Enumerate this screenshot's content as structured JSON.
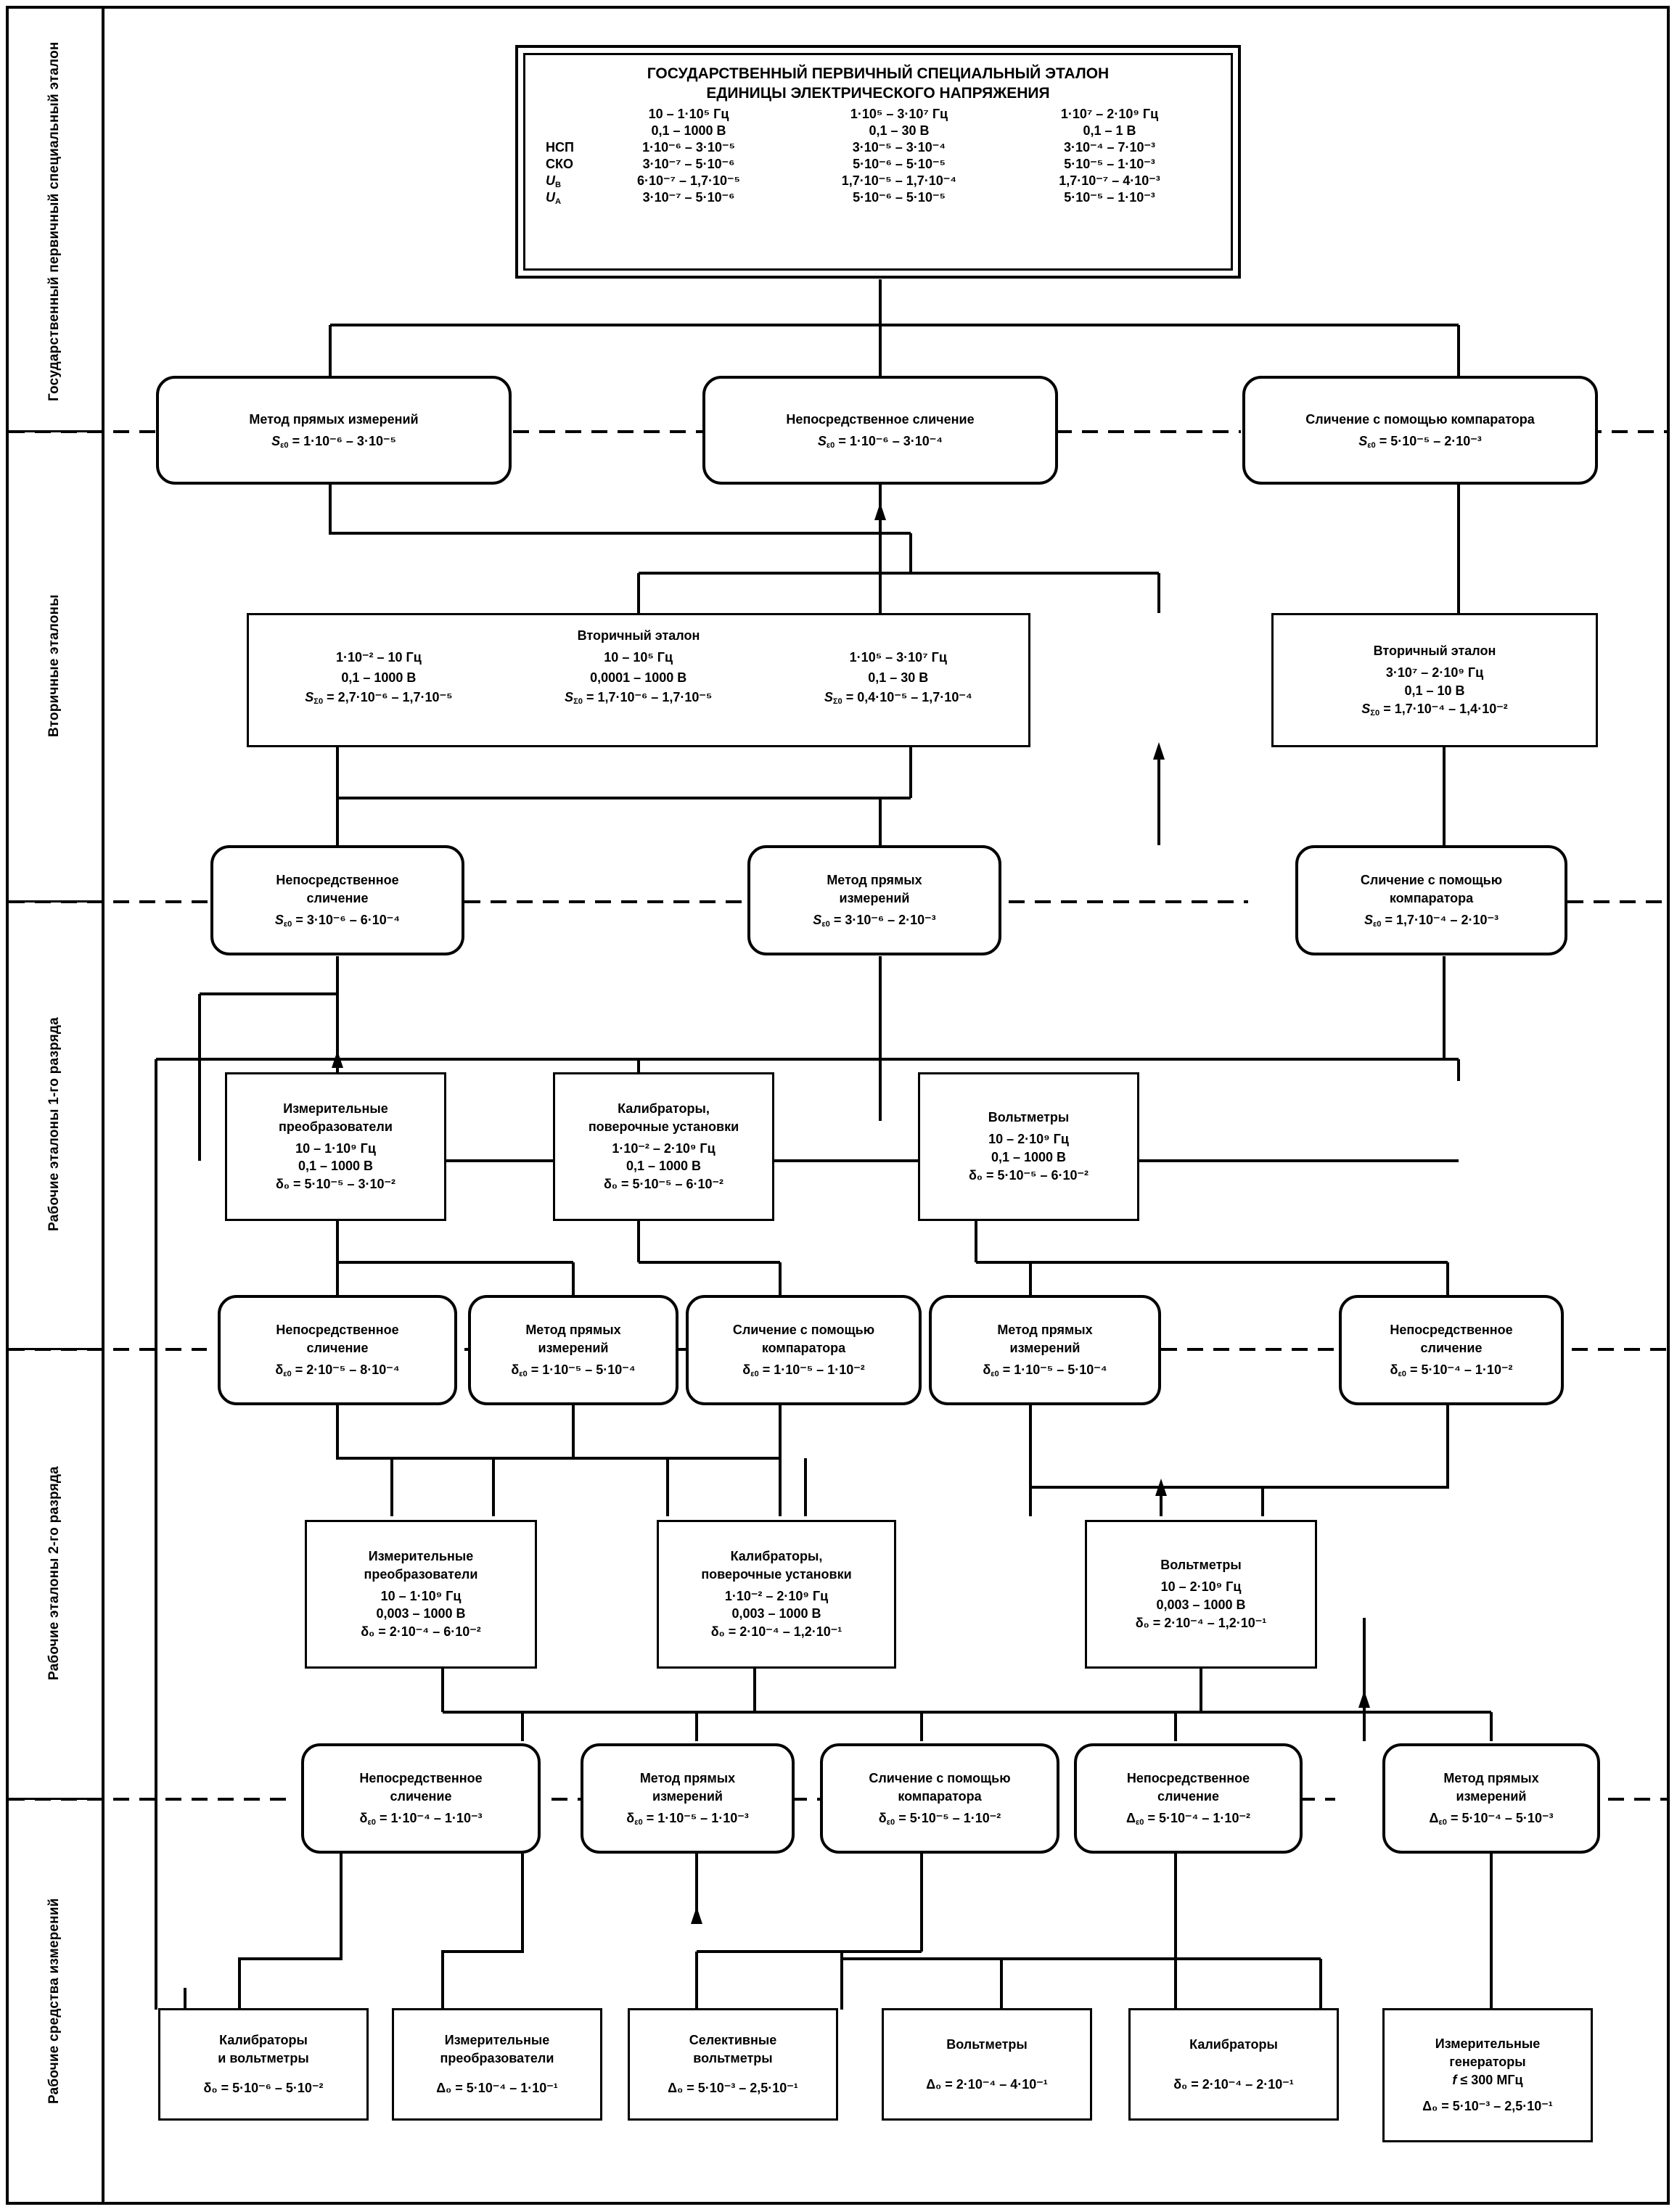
{
  "sidebar": {
    "items": [
      {
        "label": "Государственный первичный специальный эталон"
      },
      {
        "label": "Вторичные эталоны"
      },
      {
        "label": "Рабочие эталоны 1-го разряда"
      },
      {
        "label": "Рабочие эталоны 2-го разряда"
      },
      {
        "label": "Рабочие средства измерений"
      }
    ]
  },
  "primary_standard": {
    "title_line1": "ГОСУДАРСТВЕННЫЙ ПЕРВИЧНЫЙ СПЕЦИАЛЬНЫЙ ЭТАЛОН",
    "title_line2": "ЕДИНИЦЫ ЭЛЕКТРИЧЕСКОГО НАПРЯЖЕНИЯ",
    "row_labels": [
      "",
      "",
      "НСП",
      "СКО",
      "U_B",
      "U_A"
    ],
    "columns": [
      {
        "frequency": "10 – 1·10⁵ Гц",
        "voltage": "0,1 – 1000 В",
        "nsp": "1·10⁻⁶ – 3·10⁻⁵",
        "sko": "3·10⁻⁷ – 5·10⁻⁶",
        "ub": "6·10⁻⁷ – 1,7·10⁻⁵",
        "ua": "3·10⁻⁷ – 5·10⁻⁶"
      },
      {
        "frequency": "1·10⁵ – 3·10⁷ Гц",
        "voltage": "0,1 – 30 В",
        "nsp": "3·10⁻⁵ – 3·10⁻⁴",
        "sko": "5·10⁻⁶ – 5·10⁻⁵",
        "ub": "1,7·10⁻⁵ – 1,7·10⁻⁴",
        "ua": "5·10⁻⁶ – 5·10⁻⁵"
      },
      {
        "frequency": "1·10⁷ – 2·10⁹ Гц",
        "voltage": "0,1 – 1 В",
        "nsp": "3·10⁻⁴ – 7·10⁻³",
        "sko": "5·10⁻⁵ – 1·10⁻³",
        "ub": "1,7·10⁻⁷ – 4·10⁻³",
        "ua": "5·10⁻⁵ – 1·10⁻³"
      }
    ]
  },
  "methods_row1": [
    {
      "title": "Метод прямых измерений",
      "value": "S_ε0 = 1·10⁻⁶ – 3·10⁻⁵"
    },
    {
      "title": "Непосредственное сличение",
      "value": "S_ε0 = 1·10⁻⁶ – 3·10⁻⁴"
    },
    {
      "title": "Сличение с помощью компаратора",
      "value": "S_ε0 = 5·10⁻⁵ – 2·10⁻³"
    }
  ],
  "secondary_standards": {
    "left_title": "Вторичный эталон",
    "left_columns": [
      {
        "frequency": "1·10⁻² – 10 Гц",
        "voltage": "0,1 – 1000 В",
        "s": "S_Σ0 = 2,7·10⁻⁶ – 1,7·10⁻⁵"
      },
      {
        "frequency": "10 – 10⁵ Гц",
        "voltage": "0,0001 – 1000 В",
        "s": "S_Σ0 = 1,7·10⁻⁶ – 1,7·10⁻⁵"
      },
      {
        "frequency": "1·10⁵ – 3·10⁷ Гц",
        "voltage": "0,1 – 30 В",
        "s": "S_Σ0 = 0,4·10⁻⁵ – 1,7·10⁻⁴"
      }
    ],
    "right": {
      "title": "Вторичный эталон",
      "frequency": "3·10⁷ – 2·10⁹ Гц",
      "voltage": "0,1 – 10 В",
      "s": "S_Σ0 = 1,7·10⁻⁴ – 1,4·10⁻²"
    }
  },
  "methods_row2": [
    {
      "title_line1": "Непосредственное",
      "title_line2": "сличение",
      "value": "S_ε0 = 3·10⁻⁶ – 6·10⁻⁴"
    },
    {
      "title_line1": "Метод прямых",
      "title_line2": "измерений",
      "value": "S_ε0 = 3·10⁻⁶ – 2·10⁻³"
    },
    {
      "title_line1": "Сличение с помощью",
      "title_line2": "компаратора",
      "value": "S_ε0 = 1,7·10⁻⁴ – 2·10⁻³"
    }
  ],
  "rank1_standards": [
    {
      "title_line1": "Измерительные",
      "title_line2": "преобразователи",
      "frequency": "10 – 1·10⁹ Гц",
      "voltage": "0,1 – 1000 В",
      "delta": "δ₀ = 5·10⁻⁵ – 3·10⁻²"
    },
    {
      "title_line1": "Калибраторы,",
      "title_line2": "поверочные установки",
      "frequency": "1·10⁻² – 2·10⁹ Гц",
      "voltage": "0,1 – 1000 В",
      "delta": "δ₀ = 5·10⁻⁵ – 6·10⁻²"
    },
    {
      "title_line1": "Вольтметры",
      "title_line2": "",
      "frequency": "10 – 2·10⁹ Гц",
      "voltage": "0,1 – 1000 В",
      "delta": "δ₀ = 5·10⁻⁵ – 6·10⁻²"
    }
  ],
  "methods_row3": [
    {
      "title_line1": "Непосредственное",
      "title_line2": "сличение",
      "value": "δ_ε0 = 2·10⁻⁵ – 8·10⁻⁴"
    },
    {
      "title_line1": "Метод прямых",
      "title_line2": "измерений",
      "value": "δ_ε0 = 1·10⁻⁵ – 5·10⁻⁴"
    },
    {
      "title_line1": "Сличение с помощью",
      "title_line2": "компаратора",
      "value": "δ_ε0 = 1·10⁻⁵ – 1·10⁻²"
    },
    {
      "title_line1": "Метод прямых",
      "title_line2": "измерений",
      "value": "δ_ε0 = 1·10⁻⁵ – 5·10⁻⁴"
    },
    {
      "title_line1": "Непосредственное",
      "title_line2": "сличение",
      "value": "δ_ε0 = 5·10⁻⁴ – 1·10⁻²"
    }
  ],
  "rank2_standards": [
    {
      "title_line1": "Измерительные",
      "title_line2": "преобразователи",
      "frequency": "10 – 1·10⁹ Гц",
      "voltage": "0,003 – 1000 В",
      "delta": "δ₀ = 2·10⁻⁴ – 6·10⁻²"
    },
    {
      "title_line1": "Калибраторы,",
      "title_line2": "поверочные установки",
      "frequency": "1·10⁻² – 2·10⁹ Гц",
      "voltage": "0,003 – 1000 В",
      "delta": "δ₀ = 2·10⁻⁴ – 1,2·10⁻¹"
    },
    {
      "title_line1": "Вольтметры",
      "title_line2": "",
      "frequency": "10 – 2·10⁹ Гц",
      "voltage": "0,003 – 1000 В",
      "delta": "δ₀ = 2·10⁻⁴ – 1,2·10⁻¹"
    }
  ],
  "methods_row4": [
    {
      "title_line1": "Непосредственное",
      "title_line2": "сличение",
      "value": "δ_ε0 = 1·10⁻⁴ – 1·10⁻³"
    },
    {
      "title_line1": "Метод прямых",
      "title_line2": "измерений",
      "value": "δ_ε0 = 1·10⁻⁵ – 1·10⁻³"
    },
    {
      "title_line1": "Сличение с помощью",
      "title_line2": "компаратора",
      "value": "δ_ε0 = 5·10⁻⁵ – 1·10⁻²"
    },
    {
      "title_line1": "Непосредственное",
      "title_line2": "сличение",
      "value": "Δ_ε0 = 5·10⁻⁴ – 1·10⁻²"
    },
    {
      "title_line1": "Метод прямых",
      "title_line2": "измерений",
      "value": "Δ_ε0 = 5·10⁻⁴ – 5·10⁻³"
    }
  ],
  "working_instruments": [
    {
      "title_line1": "Калибраторы",
      "title_line2": "и вольтметры",
      "title_line3": "",
      "value": "δ₀ = 5·10⁻⁶ – 5·10⁻²"
    },
    {
      "title_line1": "Измерительные",
      "title_line2": "преобразователи",
      "title_line3": "",
      "value": "Δ₀ = 5·10⁻⁴ – 1·10⁻¹"
    },
    {
      "title_line1": "Селективные",
      "title_line2": "вольтметры",
      "title_line3": "",
      "value": "Δ₀ = 5·10⁻³ – 2,5·10⁻¹"
    },
    {
      "title_line1": "Вольтметры",
      "title_line2": "",
      "title_line3": "",
      "value": "Δ₀ = 2·10⁻⁴ – 4·10⁻¹"
    },
    {
      "title_line1": "Калибраторы",
      "title_line2": "",
      "title_line3": "",
      "value": "δ₀ = 2·10⁻⁴ – 2·10⁻¹"
    },
    {
      "title_line1": "Измерительные",
      "title_line2": "генераторы",
      "title_line3": "f ≤ 300 МГц",
      "value": "Δ₀ = 5·10⁻³ – 2,5·10⁻¹"
    }
  ],
  "colors": {
    "ink": "#000000",
    "paper": "#ffffff"
  }
}
